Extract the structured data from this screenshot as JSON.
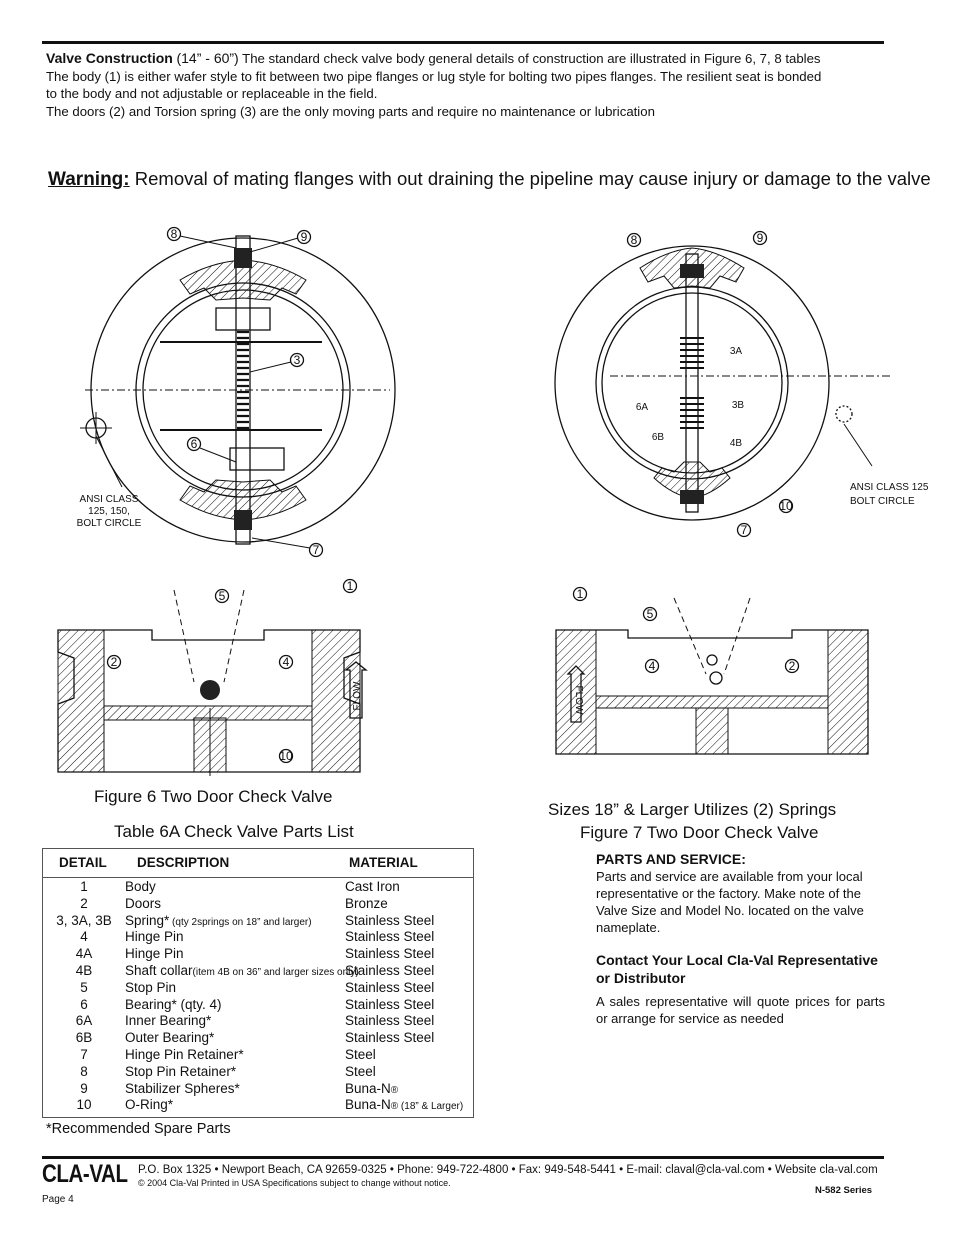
{
  "intro": {
    "title": "Valve Construction",
    "range": "(14” -  60”)",
    "lead": " The standard check valve body general details of construction are illustrated in Figure 6,  7, 8 tables",
    "line2": "The body (1) is either wafer style to fit between two pipe flanges or lug style for bolting two pipes flanges. The resilient seat is bonded",
    "line3": "to the body and not adjustable or replaceable in the field.",
    "line4": "The doors (2)  and Torsion spring (3) are the only moving parts and require no maintenance or lubrication"
  },
  "warning": {
    "label": "Warning",
    "text": " Removal of mating flanges with out draining the pipeline may cause injury or damage to the valve"
  },
  "fig6": {
    "callouts": [
      "8",
      "9",
      "3",
      "6",
      "7"
    ],
    "bolt_note": [
      "ANSI CLASS",
      "125, 150,",
      "BOLT CIRCLE"
    ],
    "section_callouts": [
      "5",
      "1",
      "2",
      "4",
      "10"
    ],
    "flow": "FLOW",
    "caption": "Figure 6 Two Door Check Valve"
  },
  "fig7": {
    "callouts": [
      "8",
      "9",
      "3A",
      "3B",
      "6A",
      "6B",
      "4B",
      "10",
      "7"
    ],
    "bolt_note": [
      "ANSI CLASS 125",
      "BOLT CIRCLE"
    ],
    "section_callouts": [
      "1",
      "5",
      "4",
      "2"
    ],
    "flow": "FLOW",
    "caption1": "Sizes 18” & Larger Utilizes (2) Springs",
    "caption2": "Figure 7 Two Door Check Valve"
  },
  "table": {
    "title": "Table 6A Check Valve Parts List",
    "headers": [
      "DETAIL",
      "DESCRIPTION",
      "MATERIAL"
    ],
    "rows": [
      {
        "detail": "1",
        "desc": "Body",
        "note": "",
        "mat": "Cast Iron",
        "mat_note": ""
      },
      {
        "detail": "2",
        "desc": "Doors",
        "note": "",
        "mat": "Bronze",
        "mat_note": ""
      },
      {
        "detail": "3, 3A, 3B",
        "desc": "Spring*",
        "note": " (qty 2springs on 18” and larger)",
        "mat": "Stainless Steel",
        "mat_note": ""
      },
      {
        "detail": "4",
        "desc": "Hinge Pin",
        "note": "",
        "mat": "Stainless Steel",
        "mat_note": ""
      },
      {
        "detail": "4A",
        "desc": "Hinge Pin",
        "note": "",
        "mat": "Stainless Steel",
        "mat_note": ""
      },
      {
        "detail": "4B",
        "desc": "Shaft collar",
        "note": "(item 4B on 36” and larger sizes only)",
        "mat": "Stainless Steel",
        "mat_note": ""
      },
      {
        "detail": "5",
        "desc": "Stop Pin",
        "note": "",
        "mat": "Stainless Steel",
        "mat_note": ""
      },
      {
        "detail": "6",
        "desc": "Bearing* (qty. 4)",
        "note": "",
        "mat": "Stainless Steel",
        "mat_note": ""
      },
      {
        "detail": "6A",
        "desc": "Inner Bearing*",
        "note": "",
        "mat": "Stainless Steel",
        "mat_note": ""
      },
      {
        "detail": "6B",
        "desc": "Outer Bearing*",
        "note": "",
        "mat": "Stainless Steel",
        "mat_note": ""
      },
      {
        "detail": "7",
        "desc": "Hinge Pin Retainer*",
        "note": "",
        "mat": "Steel",
        "mat_note": ""
      },
      {
        "detail": "8",
        "desc": "Stop Pin Retainer*",
        "note": "",
        "mat": "Steel",
        "mat_note": ""
      },
      {
        "detail": "9",
        "desc": "Stabilizer Spheres*",
        "note": "",
        "mat": "Buna-N",
        "mat_note": "®"
      },
      {
        "detail": "10",
        "desc": "O-Ring*",
        "note": "",
        "mat": "Buna-N",
        "mat_note": "® (18” & Larger)"
      }
    ],
    "spare_note": "*Recommended Spare Parts"
  },
  "parts_service": {
    "heading": "PARTS AND SERVICE:",
    "text": "Parts and service are available from your local representative or the factory. Make note of the Valve Size and Model No. located on the valve nameplate.",
    "contact_heading": "Contact Your Local Cla-Val Representative or Distributor",
    "contact_text": "A sales representative will quote prices for parts or arrange for service as needed"
  },
  "footer": {
    "logo": "CLA-VAL",
    "address": "P.O. Box 1325 • Newport Beach, CA 92659-0325 • Phone: 949-722-4800 • Fax: 949-548-5441 • E-mail: claval@cla-val.com • Website cla-val.com",
    "copyright": "© 2004 Cla-Val  Printed in USA Specifications subject to change without notice.",
    "series": "N-582 Series",
    "page": "Page 4"
  }
}
